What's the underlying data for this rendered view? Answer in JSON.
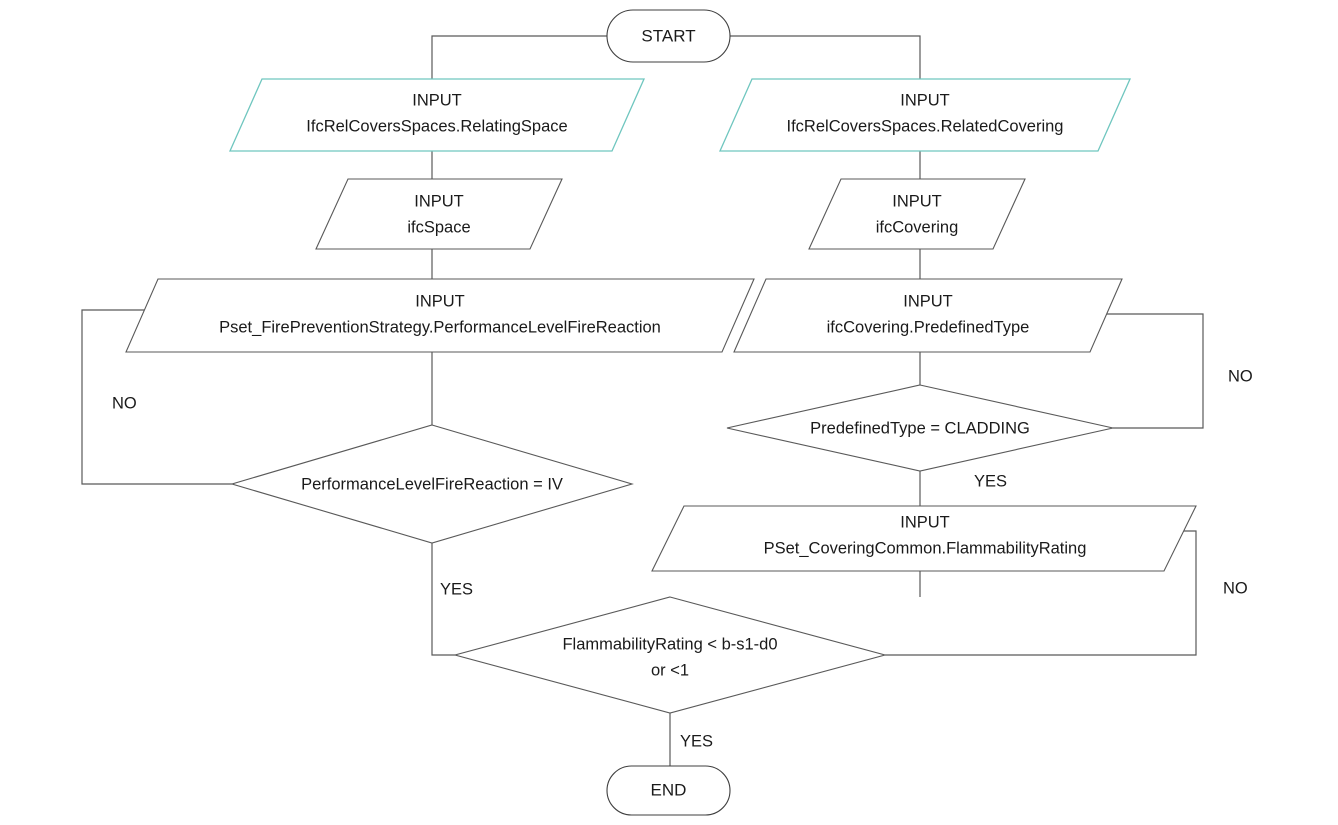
{
  "diagram": {
    "title": "IfcRelCoversSpaces fire-reaction validation flowchart",
    "type": "flowchart",
    "colors": {
      "teal_border": "#6fc6bf",
      "gray_border": "#595959",
      "connector": "#595959",
      "text": "#1a1a1a",
      "background": "#ffffff"
    }
  },
  "nodes": {
    "start": {
      "label": "START",
      "shape": "terminator"
    },
    "end": {
      "label": "END",
      "shape": "terminator"
    },
    "input_relating_space": {
      "line1": "INPUT",
      "line2": "IfcRelCoversSpaces.RelatingSpace",
      "shape": "parallelogram",
      "border": "teal"
    },
    "input_related_covering": {
      "line1": "INPUT",
      "line2": "IfcRelCoversSpaces.RelatedCovering",
      "shape": "parallelogram",
      "border": "teal"
    },
    "input_ifcspace": {
      "line1": "INPUT",
      "line2": "ifcSpace",
      "shape": "parallelogram",
      "border": "gray"
    },
    "input_ifccovering": {
      "line1": "INPUT",
      "line2": "ifcCovering",
      "shape": "parallelogram",
      "border": "gray"
    },
    "input_pset_fire": {
      "line1": "INPUT",
      "line2": "Pset_FirePreventionStrategy.PerformanceLevelFireReaction",
      "shape": "parallelogram",
      "border": "gray"
    },
    "input_predefinedtype": {
      "line1": "INPUT",
      "line2": "ifcCovering.PredefinedType",
      "shape": "parallelogram",
      "border": "gray"
    },
    "input_flammability": {
      "line1": "INPUT",
      "line2": "PSet_CoveringCommon.FlammabilityRating",
      "shape": "parallelogram",
      "border": "gray"
    },
    "decision_cladding": {
      "line1": "PredefinedType = CLADDING",
      "line2": "",
      "shape": "diamond"
    },
    "decision_fire_reaction": {
      "line1": "PerformanceLevelFireReaction = IV",
      "line2": "",
      "shape": "diamond"
    },
    "decision_flammability": {
      "line1": "FlammabilityRating < b-s1-d0",
      "line2": "or <1",
      "shape": "diamond"
    }
  },
  "edge_labels": {
    "no_left": "NO",
    "no_right_upper": "NO",
    "no_right_lower": "NO",
    "yes_cladding": "YES",
    "yes_fire_reaction": "YES",
    "yes_flammability": "YES"
  }
}
